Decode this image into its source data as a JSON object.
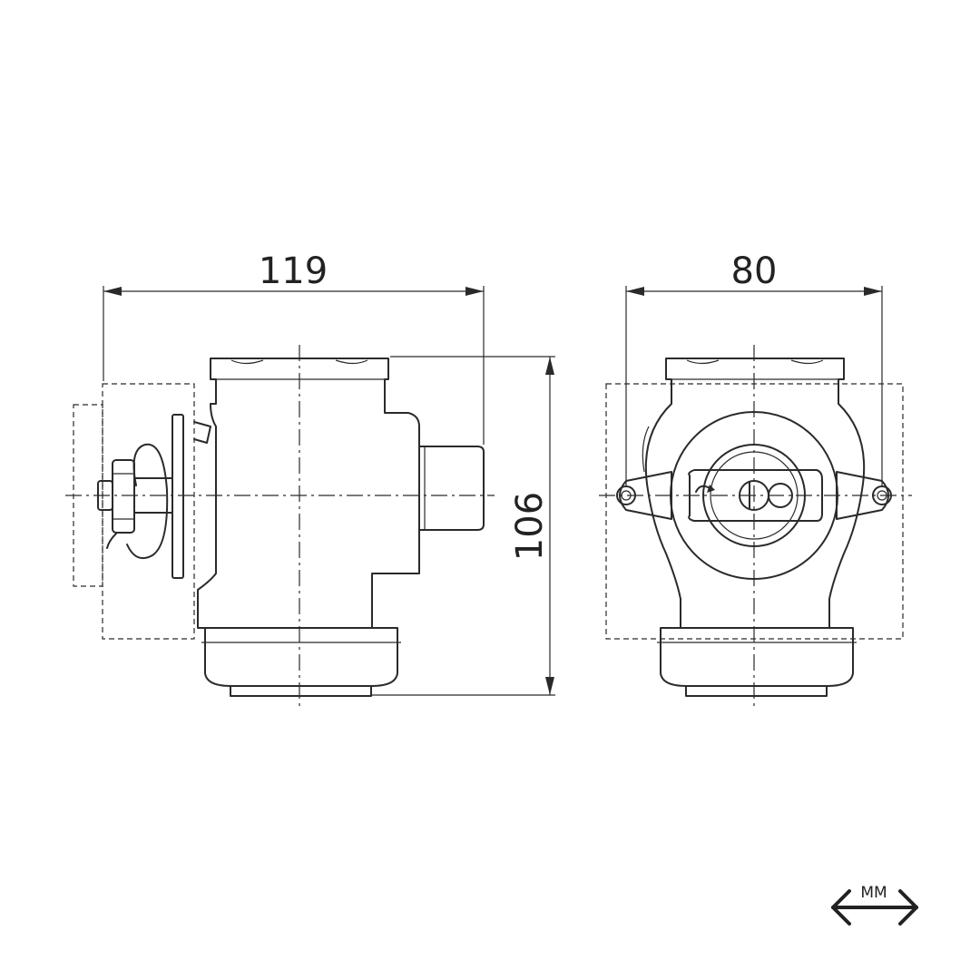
{
  "dimensions": {
    "width_left": "119",
    "height": "106",
    "width_right": "80"
  },
  "unit": {
    "label": "MM",
    "icon": "double-arrow-icon"
  },
  "colors": {
    "line": "#2a2a2a",
    "background": "#ffffff"
  }
}
